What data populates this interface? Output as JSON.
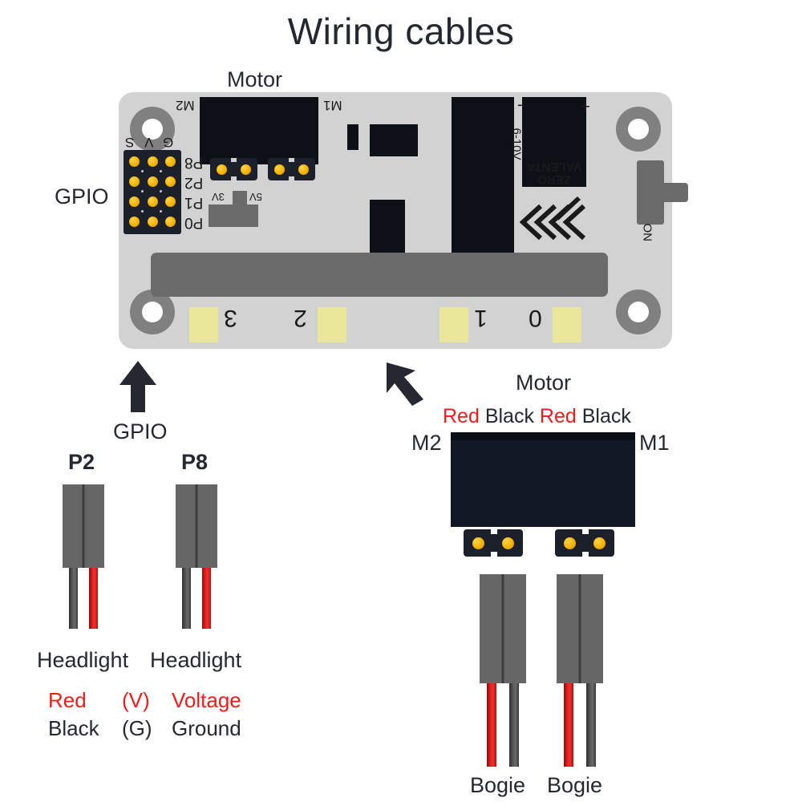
{
  "page": {
    "title": "Wiring cables",
    "background_color": "#ffffff",
    "text_color": "#252830",
    "accent_red": "#ee1c1c",
    "board_color": "#d2d2d2",
    "pin_gold": "#f5b301"
  },
  "board": {
    "top_label": "Motor",
    "left_label": "GPIO",
    "brand_line1": "VALENTA",
    "brand_line2": "ZERO",
    "voltage_rating": "6-10V",
    "power_switch_label": "ON",
    "power_plus": "+",
    "power_minus": "-",
    "motor_left_label": "M2",
    "motor_right_label": "M1",
    "selector_low": "3V",
    "selector_high": "5V",
    "gpio_column_labels": [
      "G",
      "V",
      "S"
    ],
    "gpio_row_labels": [
      "P8",
      "P2",
      "P1",
      "P0"
    ],
    "output_pad_labels": [
      "3",
      "2",
      "1",
      "0"
    ]
  },
  "gpio_section": {
    "arrow_label": "GPIO",
    "connectors": [
      {
        "name": "P2",
        "device": "Headlight",
        "left_wire": "Black",
        "right_wire": "Red"
      },
      {
        "name": "P8",
        "device": "Headlight",
        "left_wire": "Black",
        "right_wire": "Red"
      }
    ],
    "legend": [
      {
        "color_name": "Red",
        "code": "(V)",
        "meaning": "Voltage",
        "color": "#ee1c1c"
      },
      {
        "color_name": "Black",
        "code": "(G)",
        "meaning": "Ground",
        "color": "#252830"
      }
    ]
  },
  "motor_section": {
    "heading": "Motor",
    "wire_labels": [
      "Red",
      "Black",
      "Red",
      "Black"
    ],
    "wire_label_colors": [
      "#ee1c1c",
      "#252830",
      "#ee1c1c",
      "#252830"
    ],
    "left_terminal": "M2",
    "right_terminal": "M1",
    "connectors": [
      {
        "device": "Bogie",
        "left_wire": "Red",
        "right_wire": "Black"
      },
      {
        "device": "Bogie",
        "left_wire": "Red",
        "right_wire": "Black"
      }
    ]
  },
  "icons": {
    "arrow_up": "arrow-up-icon",
    "arrow_up_left": "arrow-up-left-icon"
  }
}
